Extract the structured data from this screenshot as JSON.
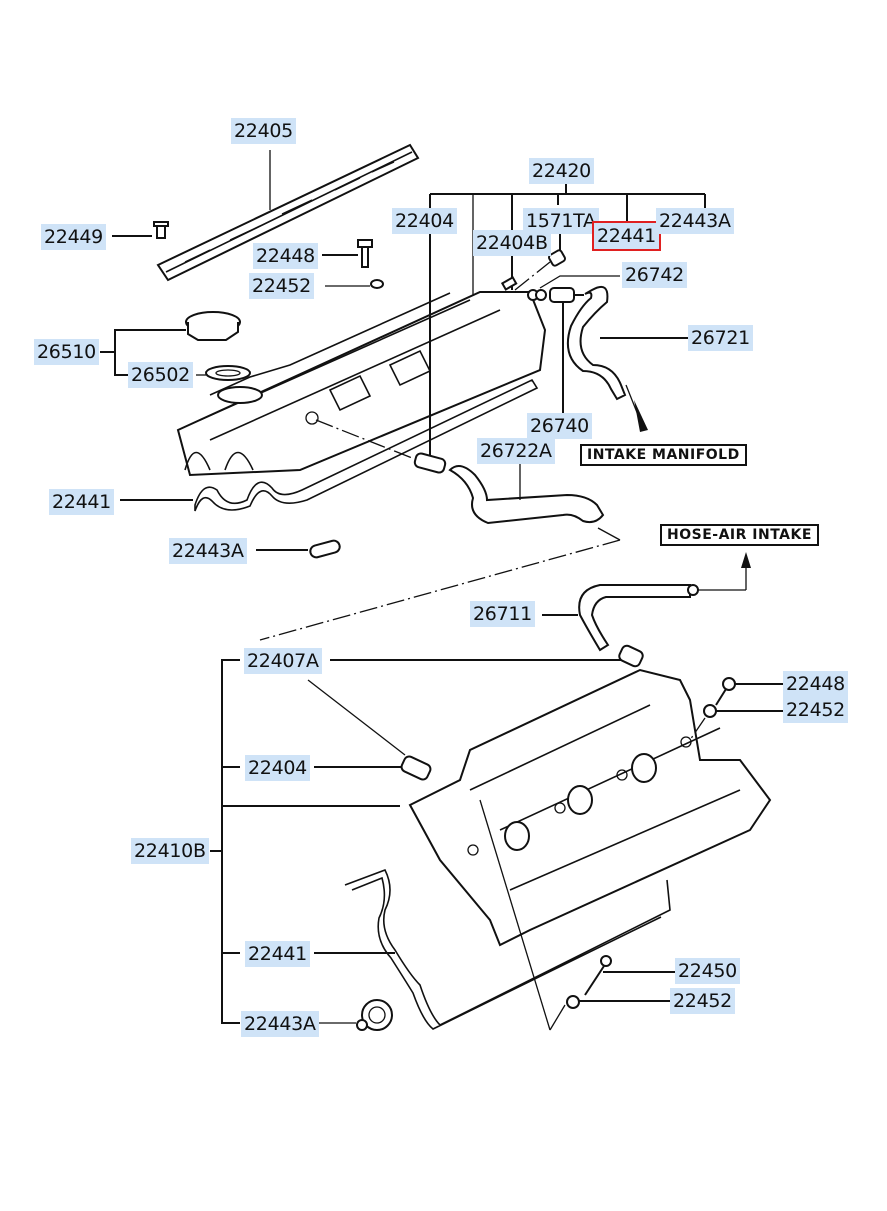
{
  "diagram": {
    "title": "Rocker Cover / Valve Cover Assembly Parts Diagram",
    "selected_part": "22441",
    "highlight_color": "#e02020",
    "callout_color": "#cfe3f7",
    "callouts": {
      "c22405": "22405",
      "c22449": "22449",
      "c22448_top": "22448",
      "c22452_top": "22452",
      "c26510": "26510",
      "c26502": "26502",
      "c22441_left": "22441",
      "c22443A_left": "22443A",
      "c22420": "22420",
      "c22404_top": "22404",
      "c22404B": "22404B",
      "c1571TA": "1571TA",
      "c22441_sel": "22441",
      "c22443A_top": "22443A",
      "c26742": "26742",
      "c26721": "26721",
      "c26740": "26740",
      "c26722A": "26722A",
      "c26711": "26711",
      "c22407A": "22407A",
      "c22404_bot": "22404",
      "c22410B": "22410B",
      "c22441_bot": "22441",
      "c22443A_bot": "22443A",
      "c22448_bot": "22448",
      "c22452_bot": "22452",
      "c22450": "22450",
      "c22452_bot2": "22452"
    },
    "notes": {
      "intake_manifold": "INTAKE MANIFOLD",
      "hose_air_intake": "HOSE-AIR INTAKE"
    }
  }
}
